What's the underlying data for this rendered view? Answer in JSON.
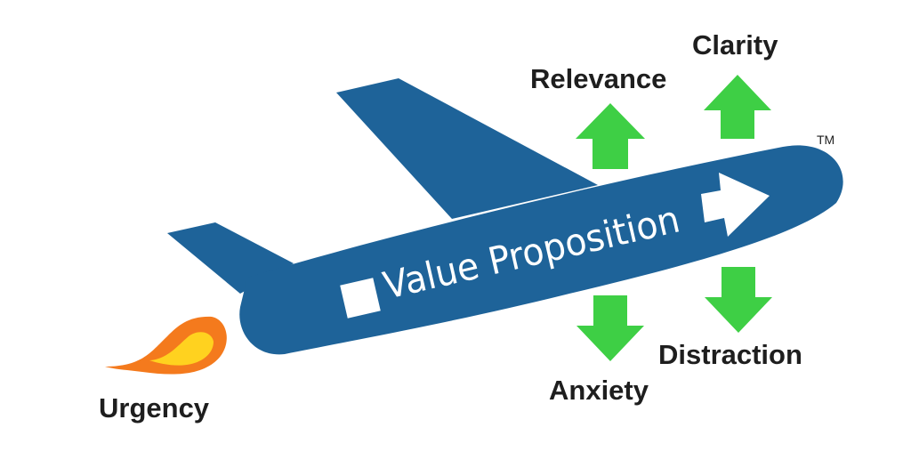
{
  "diagram": {
    "center_label": "Value Proposition",
    "trademark": "TM",
    "forces_up": [
      {
        "label": "Relevance"
      },
      {
        "label": "Clarity"
      }
    ],
    "forces_down": [
      {
        "label": "Anxiety"
      },
      {
        "label": "Distraction"
      }
    ],
    "thrust": {
      "label": "Urgency"
    },
    "colors": {
      "plane": "#1e6399",
      "arrow_green": "#3ecf45",
      "flame_outer": "#f47a1d",
      "flame_inner": "#ffd21f",
      "text": "#1e1e1e"
    }
  }
}
